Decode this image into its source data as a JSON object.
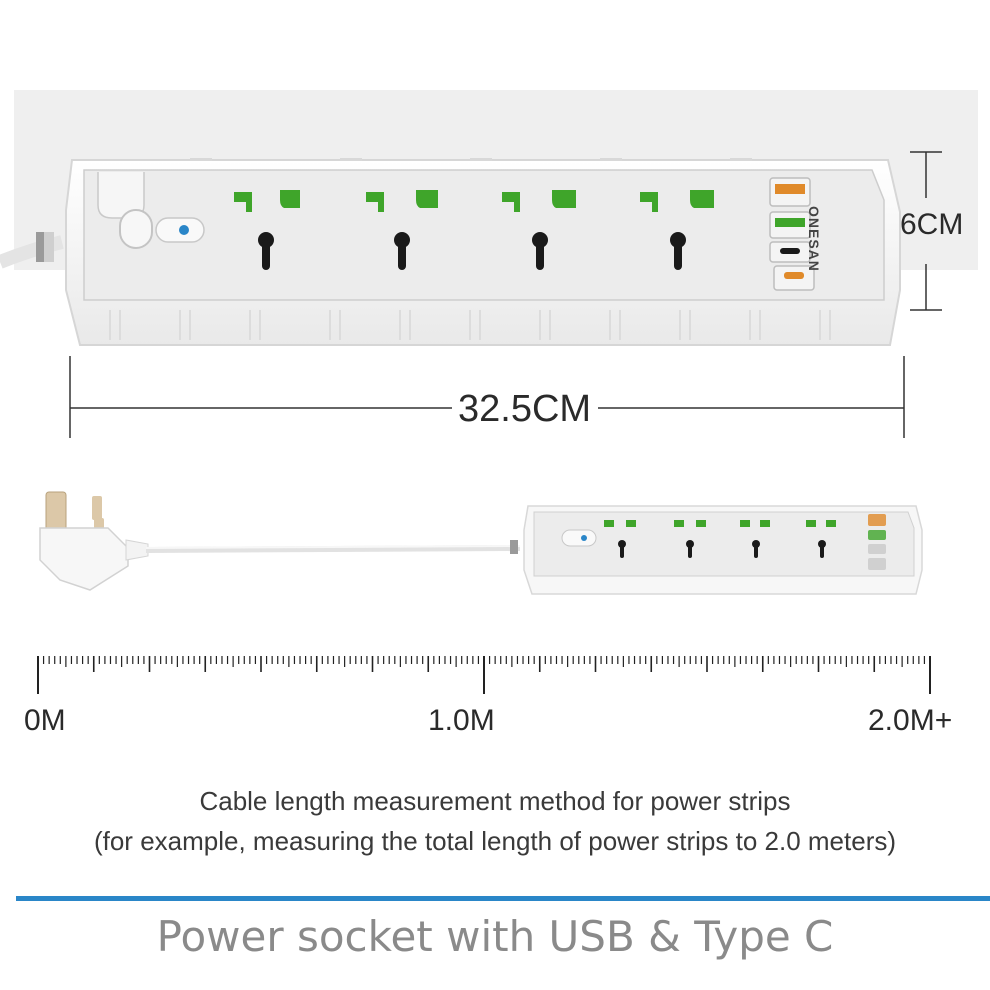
{
  "dimensions": {
    "height_label": "6CM",
    "length_label": "32.5CM"
  },
  "brand": "ONESAN",
  "ruler": {
    "start_label": "0M",
    "mid_label": "1.0M",
    "end_label": "2.0M+"
  },
  "caption": {
    "line1": "Cable length measurement method for power strips",
    "line2": "(for example, measuring the total length of power strips to 2.0 meters)"
  },
  "footer_title": "Power socket with USB & Type C",
  "colors": {
    "socket_green": "#3fa52a",
    "socket_body": "#ececec",
    "accent_blue": "#2a86c8",
    "usb_orange": "#e08a2a"
  }
}
